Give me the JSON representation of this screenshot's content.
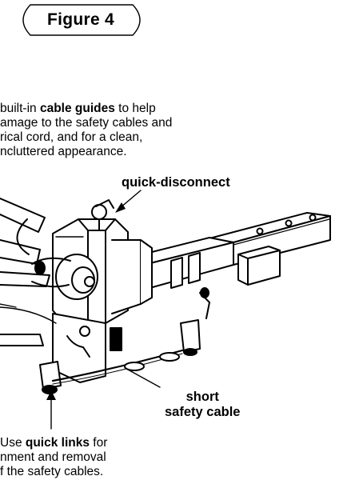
{
  "figure": {
    "title": "Figure 4"
  },
  "notes": {
    "cable_guides": {
      "line1_pre": "built-in ",
      "line1_bold": "cable guides",
      "line1_post": " to help",
      "line2": "amage to the safety cables and",
      "line3": "rical cord, and for a clean,",
      "line4": "ncluttered appearance."
    },
    "quick_links": {
      "line1_pre": "Use ",
      "line1_bold": "quick links",
      "line1_post": " for",
      "line2": "nment and removal",
      "line3": "f the safety cables."
    }
  },
  "labels": {
    "quick_disconnect": "quick-disconnect",
    "short_line1": "short",
    "short_line2": "safety cable"
  }
}
